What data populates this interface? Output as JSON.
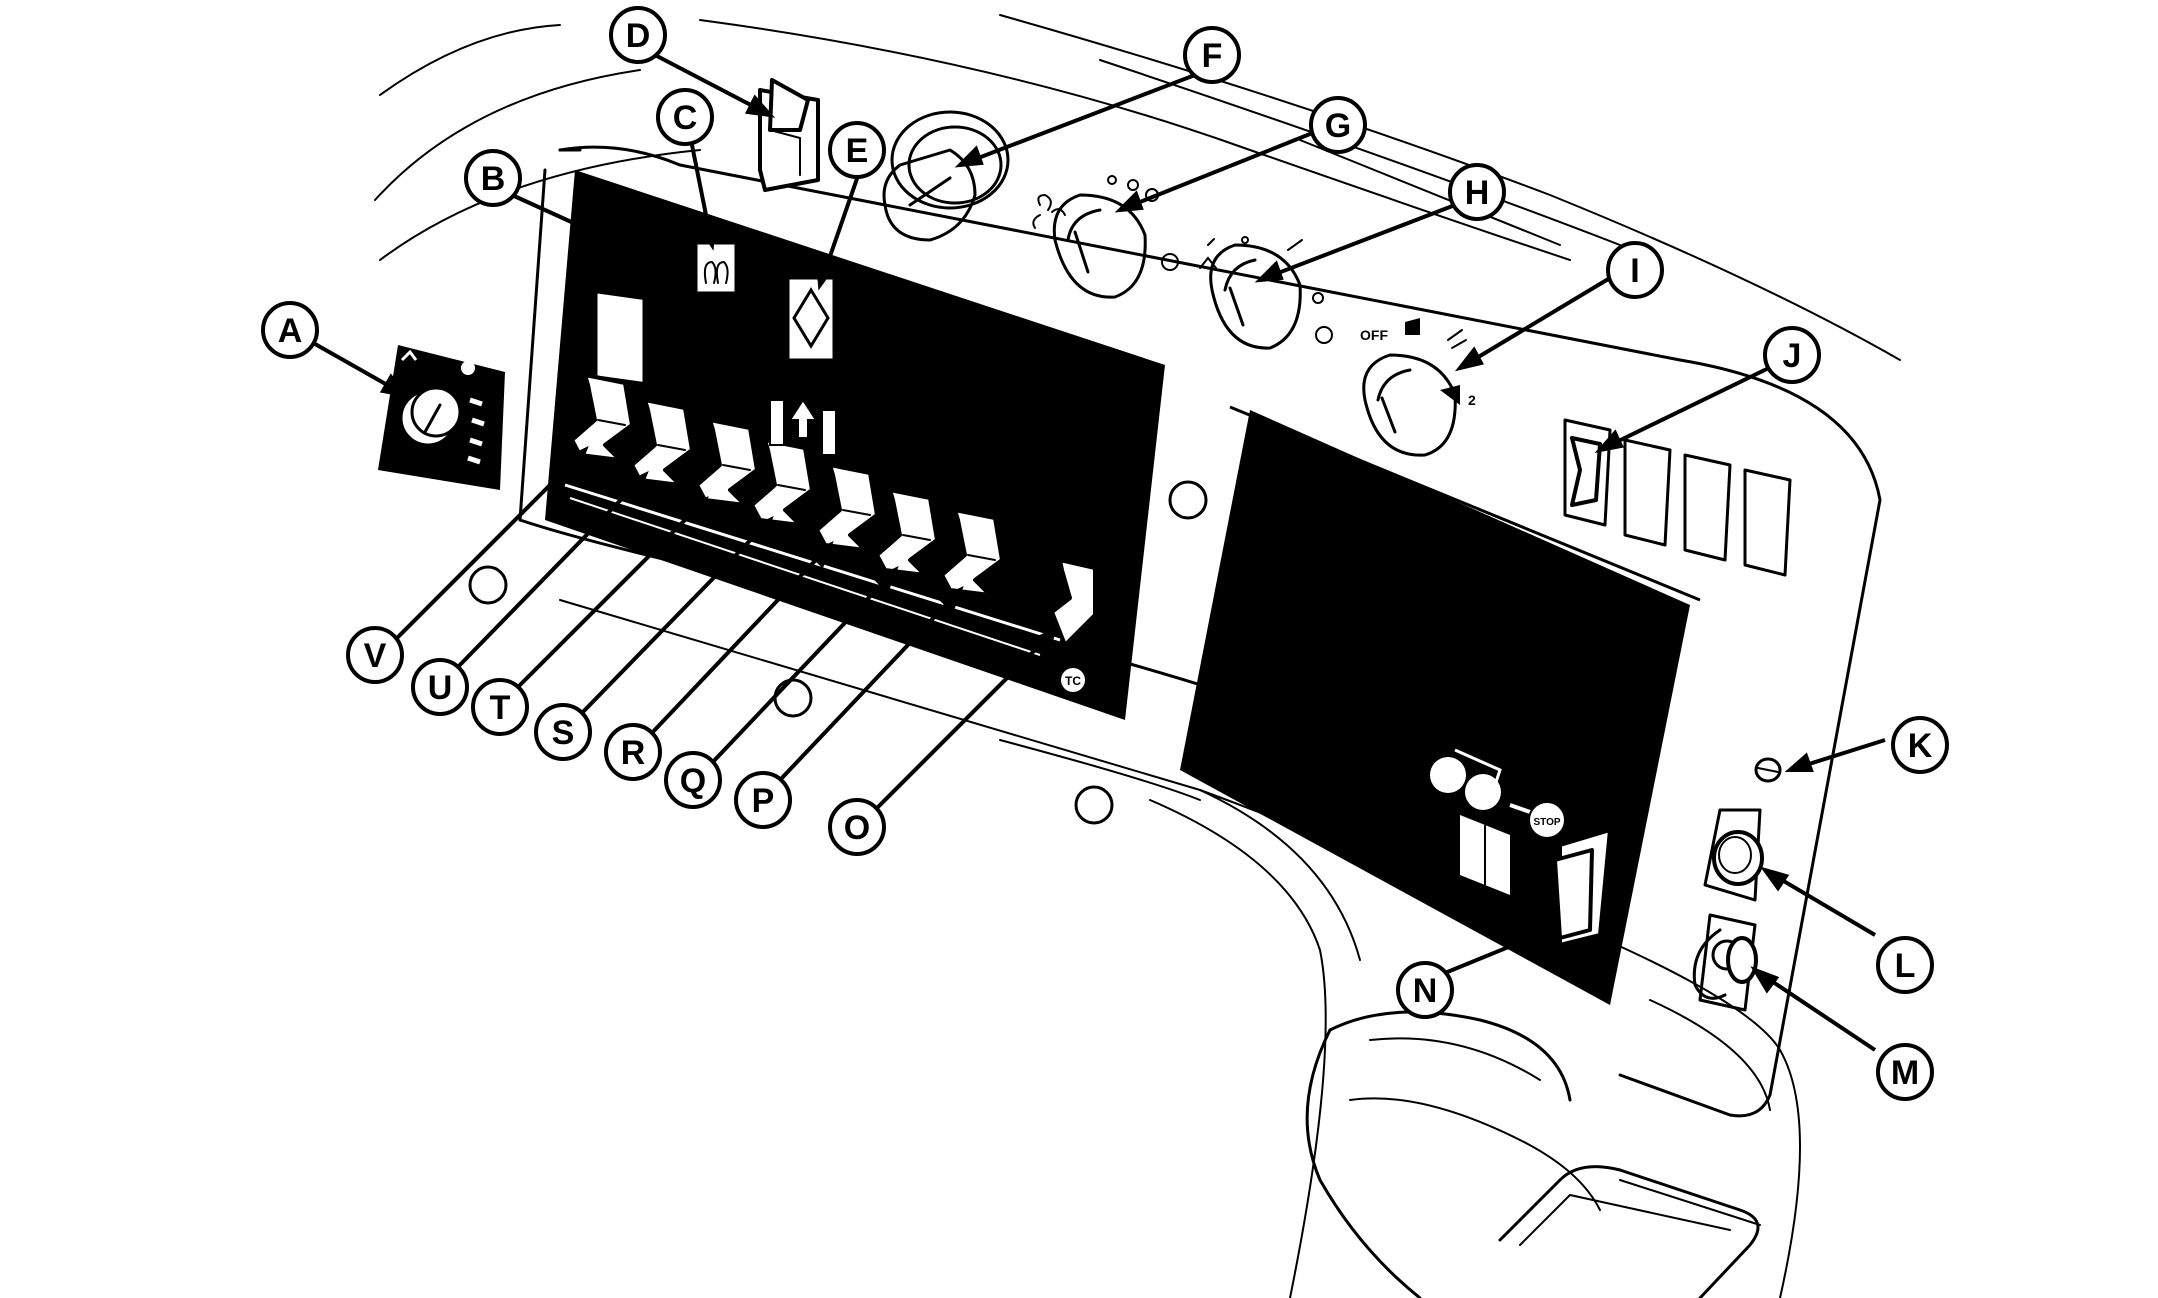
{
  "callouts": {
    "A": "A",
    "B": "B",
    "C": "C",
    "D": "D",
    "E": "E",
    "F": "F",
    "G": "G",
    "H": "H",
    "I": "I",
    "J": "J",
    "K": "K",
    "L": "L",
    "M": "M",
    "N": "N",
    "O": "O",
    "P": "P",
    "Q": "Q",
    "R": "R",
    "S": "S",
    "T": "T",
    "U": "U",
    "V": "V"
  },
  "panel_text": {
    "off": "OFF",
    "two": "2",
    "stop": "STOP",
    "tc": "TC"
  },
  "colors": {
    "ink": "#000000",
    "paper": "#ffffff"
  }
}
